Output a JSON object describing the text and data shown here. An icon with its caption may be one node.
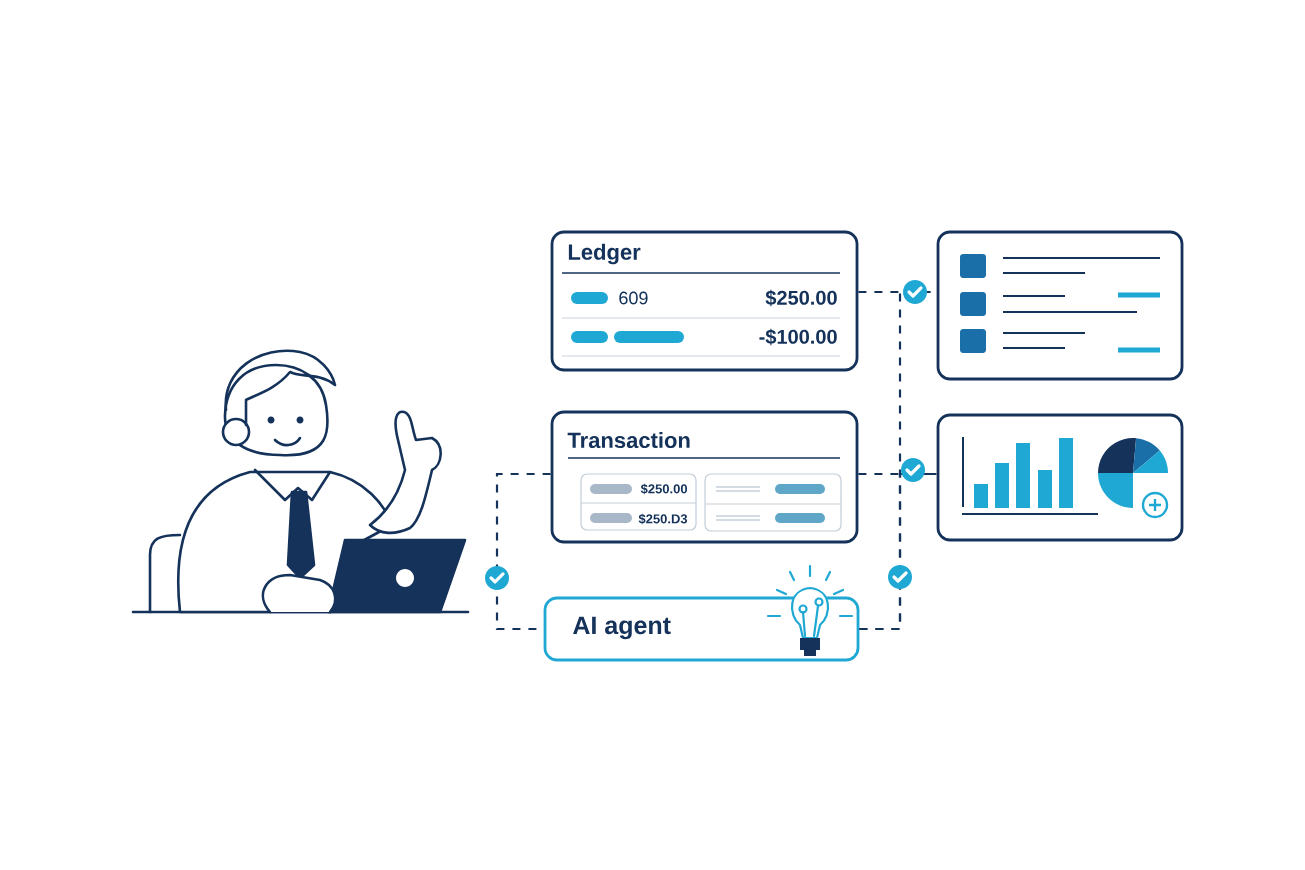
{
  "diagram": {
    "nodes": [
      {
        "text": [
          "Ledger",
          "609",
          "$250.00",
          "-$100.00"
        ]
      },
      {
        "text": [
          "Transaction",
          "$250.00",
          "$250.D3"
        ]
      },
      {
        "text": [],
        "shape": "box"
      },
      {
        "text": [],
        "shape": "box"
      },
      {
        "text": [
          "AI agent"
        ]
      }
    ],
    "edges": [
      {
        "from": 0,
        "to": 2,
        "arrow": "none",
        "style": "dashed"
      },
      {
        "from": 1,
        "to": 3,
        "arrow": "none",
        "style": "dashed"
      },
      {
        "from": 1,
        "to": 4,
        "arrow": "none",
        "style": "dashed"
      },
      {
        "from": 4,
        "to": 2,
        "arrow": "none",
        "style": "dashed"
      },
      {
        "from": 4,
        "to": 3,
        "arrow": "none",
        "style": "dashed"
      }
    ]
  }
}
